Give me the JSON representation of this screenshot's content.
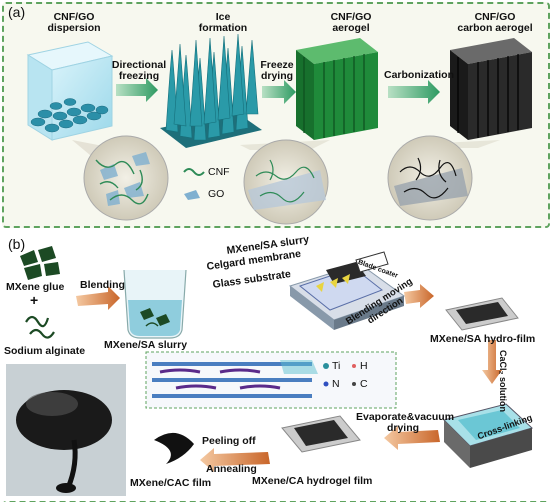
{
  "panel_a": {
    "label": "(a)",
    "stage1": {
      "line1": "CNF/GO",
      "line2": "dispersion"
    },
    "stage2": {
      "line1": "Ice",
      "line2": "formation"
    },
    "stage3": {
      "line1": "CNF/GO",
      "line2": "aerogel"
    },
    "stage4": {
      "line1": "CNF/GO",
      "line2": "carbon aerogel"
    },
    "arrow1": {
      "line1": "Directional",
      "line2": "freezing"
    },
    "arrow2": {
      "line1": "Freeze",
      "line2": "drying"
    },
    "arrow3": "Carbonization",
    "legend": {
      "cnf": "CNF",
      "go": "GO"
    }
  },
  "panel_b": {
    "label": "(b)",
    "mxene_glue": "MXene glue",
    "plus": "+",
    "sodium_alginate": "Sodium alginate",
    "blending": "Blending",
    "mxene_sa_slurry": "MXene/SA slurry",
    "coater_slurry": "MXene/SA slurry",
    "celgard": "Celgard membrane",
    "glass": "Glass substrate",
    "blade_coater": "Blade coater",
    "blending_dir_line1": "Blending moving",
    "blending_dir_line2": "direction",
    "hydro_film": "MXene/SA hydro-film",
    "cacl2": "CaCl₂ solution",
    "cross_linking": "Cross-linking",
    "legend": {
      "ti": "Ti",
      "h": "H",
      "n": "N",
      "c": "C"
    },
    "evaporate_line1": "Evaporate&vacuum",
    "evaporate_line2": "drying",
    "ca_hydrogel": "MXene/CA hydrogel film",
    "peeling_off": "Peeling off",
    "annealing": "Annealing",
    "cac_film": "MXene/CAC film"
  },
  "colors": {
    "panel_border": "#5fa35f",
    "arrow_green": "#3aa36a",
    "arrow_orange": "#d98a4a",
    "ice_teal": "#2a8f9c",
    "aerogel_green": "#1f8a3a",
    "carbon_black": "#2a2a2a",
    "mxene_dark": "#1c2a1c"
  }
}
